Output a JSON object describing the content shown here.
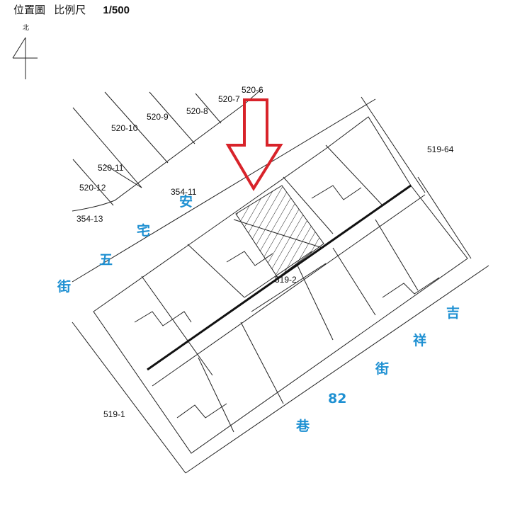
{
  "header": {
    "title": "位置圖",
    "scale_label": "比例尺",
    "scale_value": "1/500"
  },
  "north": {
    "label": "北",
    "icon": "north-arrow-icon"
  },
  "parcels": [
    "520-6",
    "520-7",
    "520-8",
    "520-9",
    "520-10",
    "520-11",
    "520-12",
    "354-11",
    "354-13",
    "519-64",
    "519-2",
    "519-1"
  ],
  "streets": {
    "upper": [
      "安",
      "宅",
      "五",
      "街"
    ],
    "lower": [
      "吉",
      "祥",
      "街",
      "82",
      "巷"
    ]
  },
  "colors": {
    "street_label": "#1e90d2",
    "marker_arrow": "#d8232a"
  }
}
